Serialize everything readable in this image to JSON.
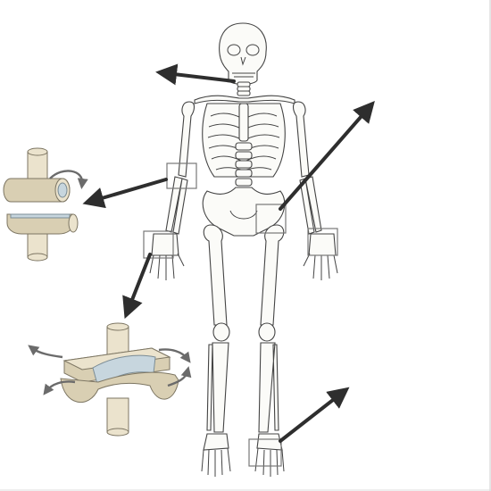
{
  "figure": {
    "subject": "human-skeleton",
    "callout_boxes": [
      "neck",
      "left-elbow",
      "right-hip",
      "left-wrist",
      "right-wrist",
      "right-ankle"
    ],
    "joint_models": [
      "pivot-joint-model",
      "saddle-joint-model"
    ],
    "colors": {
      "bone_fill": "#fbfbf8",
      "bone_outline": "#444444",
      "arrow": "#2e2e2e",
      "joint_tan": "#ebe3cd",
      "joint_blue": "#c7d6de",
      "rotation_arrow": "#6b6b6b"
    }
  }
}
